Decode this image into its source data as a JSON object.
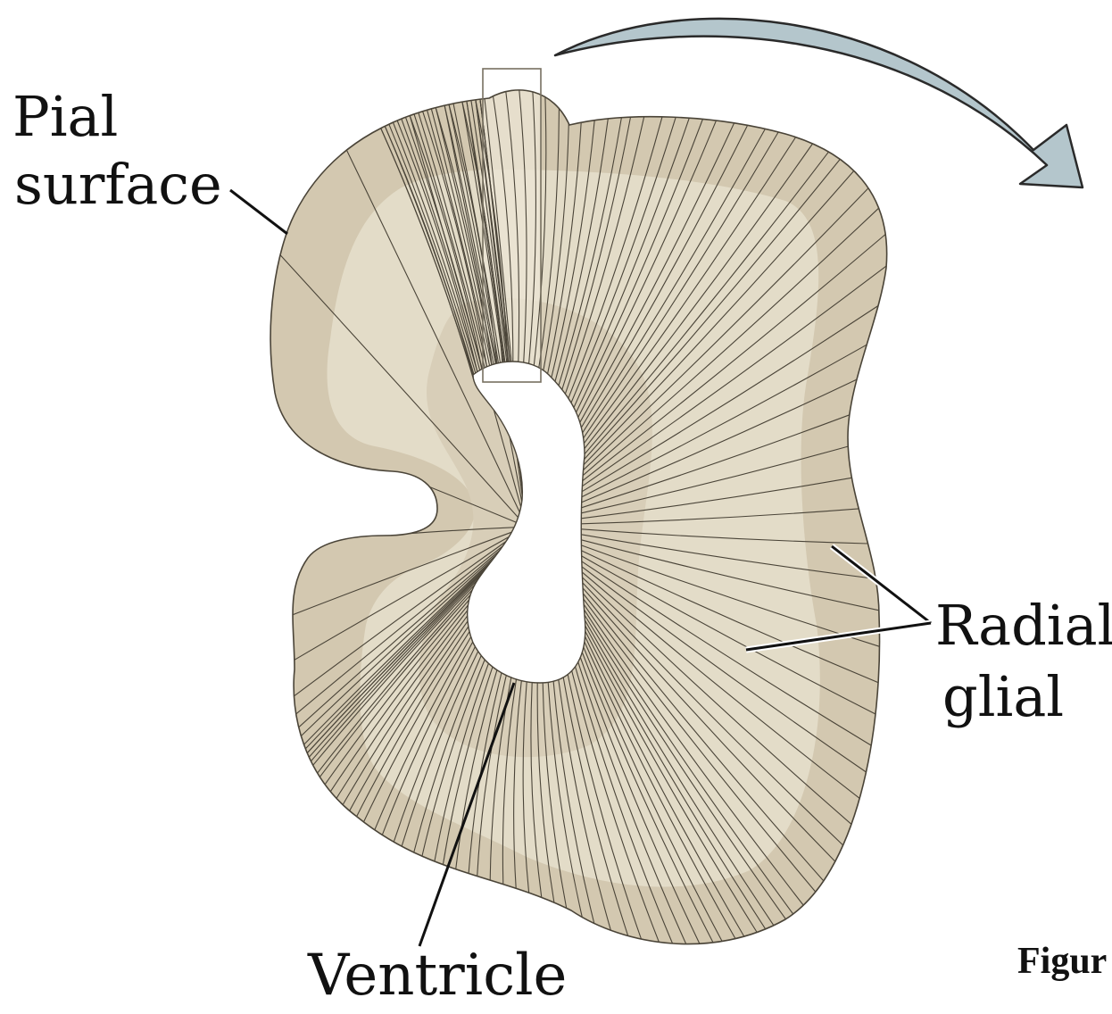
{
  "labels": {
    "pial_surface_line1": "Pial",
    "pial_surface_line2": "surface",
    "radial_glial_line1": "Radial",
    "radial_glial_line2": "glial",
    "ventricle": "Ventricle",
    "figure_caption_fragment": "Figur"
  },
  "colors": {
    "tissue_outer": "#d3c8b0",
    "tissue_middle": "#e3dcc8",
    "tissue_inner": "#d8ceb8",
    "fiber_line": "#4a4438",
    "arrow_fill": "#b4c6cc",
    "arrow_stroke": "#2a2a2a",
    "highlight_box": "#ece6d6"
  }
}
